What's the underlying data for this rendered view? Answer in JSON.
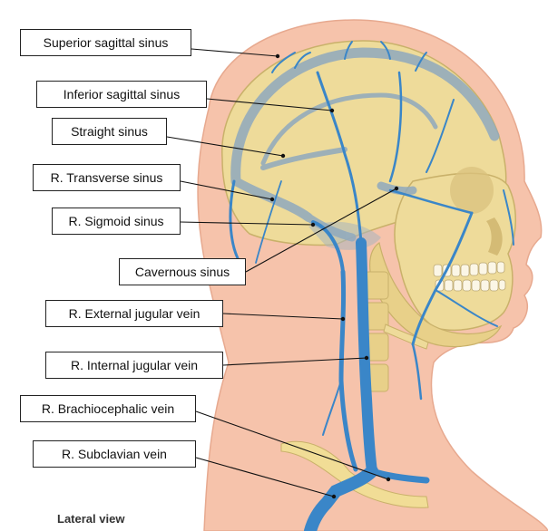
{
  "labels": [
    {
      "id": "superior-sagittal-sinus",
      "text": "Superior sagittal sinus"
    },
    {
      "id": "inferior-sagittal-sinus",
      "text": "Inferior sagittal sinus"
    },
    {
      "id": "straight-sinus",
      "text": "Straight sinus"
    },
    {
      "id": "r-transverse-sinus",
      "text": "R. Transverse sinus"
    },
    {
      "id": "r-sigmoid-sinus",
      "text": "R. Sigmoid sinus"
    },
    {
      "id": "cavernous-sinus",
      "text": "Cavernous sinus"
    },
    {
      "id": "r-external-jugular-vein",
      "text": "R. External jugular vein"
    },
    {
      "id": "r-internal-jugular-vein",
      "text": "R. Internal jugular vein"
    },
    {
      "id": "r-brachiocephalic-vein",
      "text": "R. Brachiocephalic vein"
    },
    {
      "id": "r-subclavian-vein",
      "text": "R. Subclavian vein"
    }
  ],
  "caption": "Lateral view",
  "colors": {
    "skin": "#f6c3ab",
    "bone": "#eedb9a",
    "vein": "#3a86c8",
    "leader_line": "#111111"
  }
}
